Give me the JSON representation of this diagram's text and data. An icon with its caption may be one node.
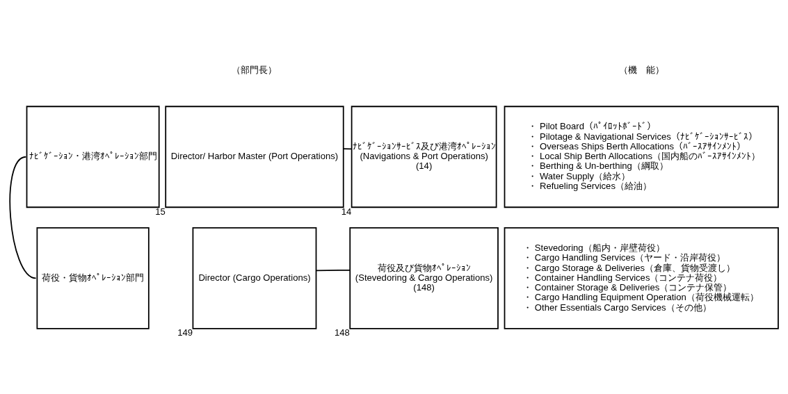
{
  "diagram": {
    "nodes": [
      {
        "text": [
          "ﾅﾋﾞｹﾞｰｼｮﾝ・港湾ｵﾍﾟﾚｰｼｮﾝ部門"
        ]
      },
      {
        "text": [
          "Director/ Harbor Master (Port Operations)"
        ],
        "beside": [
          "15"
        ]
      },
      {
        "text": [
          "ﾅﾋﾞｹﾞｰｼｮﾝｻｰﾋﾞｽ及び港湾ｵﾍﾟﾚｰｼｮﾝ",
          "(Navigations & Port Operations)",
          "(14)"
        ],
        "beside": [
          "14"
        ]
      },
      {
        "text": [
          "・ Pilot Board（ﾊﾟｲﾛｯﾄﾎﾞｰﾄﾞ）",
          "・ Pilotage & Navigational Services（ﾅﾋﾞｹﾞｰｼｮﾝｻｰﾋﾞｽ）",
          "・ Overseas Ships Berth Allocations（ﾊﾞｰｽｱｻｲﾝﾒﾝﾄ）",
          "・ Local Ship Berth Allocations（国内船のﾊﾞｰｽｱｻｲﾝﾒﾝﾄ）",
          "・ Berthing & Un-berthing（綱取）",
          "・ Water Supply（給水）",
          "・ Refueling Services（給油）"
        ]
      },
      {
        "text": [
          "荷役・貨物ｵﾍﾟﾚｰｼｮﾝ部門"
        ]
      },
      {
        "text": [
          "Director (Cargo Operations)"
        ],
        "beside": [
          "149"
        ]
      },
      {
        "text": [
          "荷役及び貨物ｵﾍﾟﾚｰｼｮﾝ",
          "(Stevedoring & Cargo Operations)",
          "(148)"
        ],
        "beside": [
          "148"
        ]
      },
      {
        "text": [
          "・ Stevedoring（船内・岸壁荷役）",
          "・ Cargo Handling Services（ヤード・沿岸荷役）",
          "・ Cargo Storage & Deliveries（倉庫、貨物受渡し）",
          "・ Container Handling Services（コンテナ荷役）",
          "・ Container Storage & Deliveries（コンテナ保管）",
          "・ Cargo Handling Equipment Operation（荷役機械運転）",
          "・ Other Essentials Cargo Services（その他）"
        ]
      }
    ],
    "edges": [
      {
        "from": 0,
        "to": 4,
        "arrow": "none"
      },
      {
        "from": 1,
        "to": 2,
        "arrow": "none"
      },
      {
        "from": 5,
        "to": 6,
        "arrow": "none"
      }
    ],
    "labels": [
      "（部門長）",
      "（機　能）"
    ]
  }
}
